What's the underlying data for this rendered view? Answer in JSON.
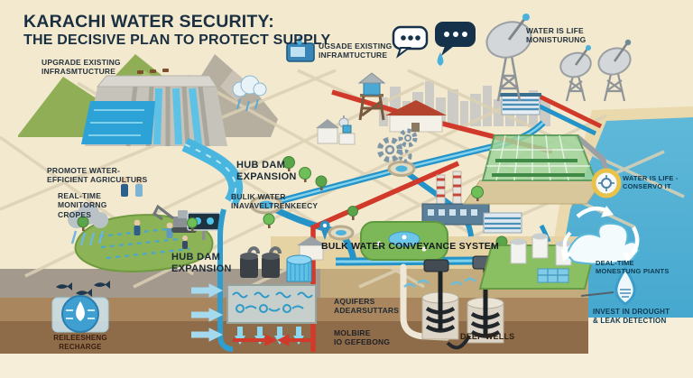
{
  "title": {
    "line1": "KARACHI WATER SECURITY:",
    "line2": "THE DECISIVE PLAN TO PROTECT SUPPLY"
  },
  "labels": {
    "upgrade_existing_left": "UPGRADE EXISTING\nINFRASMTUCTURE",
    "upgrade_existing_center": "UGSADE EXISTING\nINFRAMTUCTURE",
    "water_monitoring": "WATER IS LIFE\nMONISTURUNG",
    "promote_agriculture": "PROMOTE WATER-\nEFFICIENT AGRICULTURS",
    "hub_dam_upper": "HUB DAM\nEXPANSION",
    "bulk_water_small": "BULIK WATER\nINAVAVELTRENKEECY",
    "realtime_crops": "REAL-TIME\nMONITORNG\nCROPES",
    "hub_dam_lower": "HUB DAM\nEXPANSION",
    "bulk_conveyance": "BULK WATER CONVEYANCE SYSTEM",
    "aquifers": "AQUIFERS\nADEARSUTTARS",
    "recharge_mid": "MOLBIRE\nIO GEFEBONG",
    "deep_wells": "DEEP WELLS",
    "resilience_recharge": "REILEESHENG\nRECHARGE",
    "conserve": "WATER IS LIFE -\nCONSERVO IT",
    "realtime_plants": "DEAL-TIME\nMONESTUNG PIANTS",
    "invest_drought": "INVEST IN DROUGHT\n& LEAK DETECTION"
  },
  "colors": {
    "background": "#f3e9cf",
    "pipe_blue": "#2494c8",
    "pipe_red": "#d13a2b",
    "sea": "#54b4d8",
    "sand": "#ead9ac",
    "rock_gray": "#a39a8d",
    "soil_light": "#aa865e",
    "soil_dark": "#8f6c49",
    "green": "#86b14e",
    "title_text": "#1a2f40",
    "label_text": "#27333d"
  },
  "icons": [
    "dam",
    "mountains",
    "city-skyline",
    "speech-bubble-icon",
    "water-drop-icon",
    "satellite-dish-icon",
    "water-tower",
    "mosque-buildings",
    "red-roof-house",
    "factory-smokestacks",
    "greenhouse",
    "city-park",
    "rain-cloud-icon",
    "farm-field",
    "workers",
    "excavator",
    "monitor-billboard",
    "gears-icon",
    "roundabout",
    "map-pin-icon",
    "storage-tanks",
    "aquifer-box",
    "deep-well",
    "well-pump",
    "treatment-plant",
    "wave-recycle-icon",
    "conserve-badge-icon",
    "droplet-badge-icon",
    "recharge-badge-icon",
    "fish-icon",
    "device-icon"
  ]
}
